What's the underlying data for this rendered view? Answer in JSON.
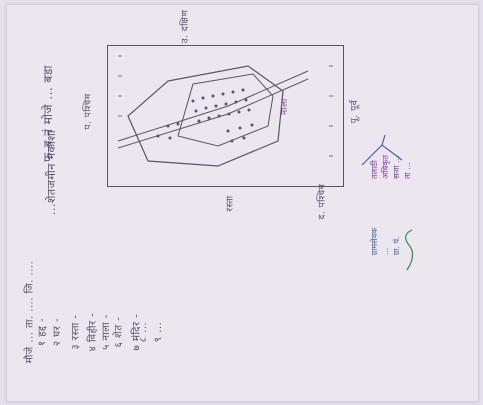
{
  "document": {
    "title": "फ-ब नं मोजे ... बडा",
    "subtitle": "...शेतजमीन नकाशा",
    "side_note": "मौजे ... ता. .... जि. ....",
    "legend": {
      "items": [
        {
          "label": "१ हद्द -"
        },
        {
          "label": "२ घर -"
        },
        {
          "label": "३ रस्ता -"
        },
        {
          "label": "४ विहीर -"
        },
        {
          "label": "५ नाला -"
        },
        {
          "label": "६ शेत -"
        },
        {
          "label": "७ मंदिर -"
        },
        {
          "label": "८ ..."
        },
        {
          "label": "९ ..."
        }
      ]
    },
    "map": {
      "directions": {
        "north": "उ. दक्षिण",
        "south": "द. पश्चिम",
        "east": "पू. पूर्व",
        "west": "प. पश्चिम"
      },
      "labels": [
        "रस्ता",
        "नाला"
      ]
    },
    "signatures": [
      {
        "name": "तलाठी",
        "lines": [
          "अधिकृत",
          "सजा ...",
          "ता ..."
        ]
      },
      {
        "name": "ग्रामसेवक",
        "lines": [
          "...",
          "ग्रा. पं."
        ]
      }
    ]
  }
}
